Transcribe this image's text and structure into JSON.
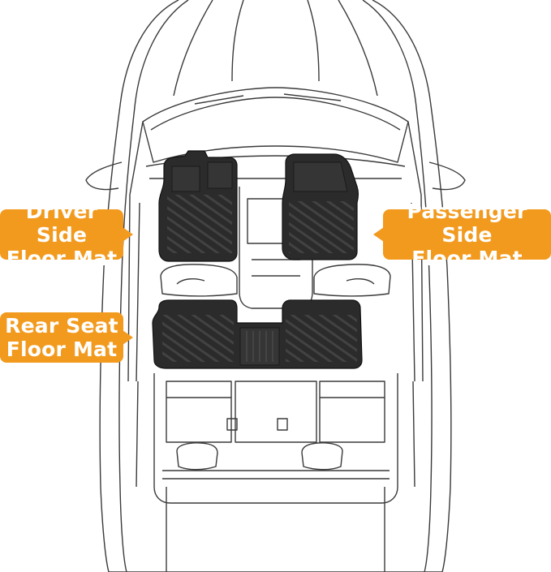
{
  "colors": {
    "accent": "#F29A1E",
    "mat": "#2b2b2b",
    "outline": "#3a3a3a"
  },
  "callouts": {
    "driver": {
      "line1": "Driver Side",
      "line2": "Floor Mat"
    },
    "passenger": {
      "line1": "Passenger Side",
      "line2": "Floor Mat"
    },
    "rear": {
      "line1": "Rear Seat",
      "line2": "Floor Mat"
    }
  }
}
